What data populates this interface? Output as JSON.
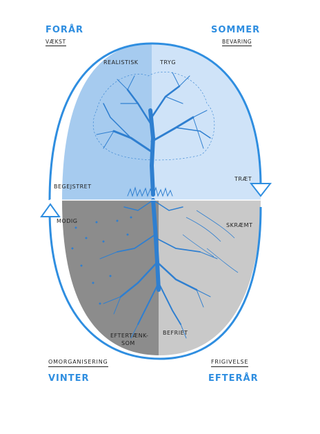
{
  "corners": {
    "spring": {
      "season": "FORÅR",
      "theme": "VÆKST"
    },
    "summer": {
      "season": "SOMMER",
      "theme": "BEVARING"
    },
    "autumn": {
      "season": "EFTERÅR",
      "theme": "FRIGIVELSE"
    },
    "winter": {
      "season": "VINTER",
      "theme": "OMORGANISERING"
    }
  },
  "quadrant_words": {
    "spring_top": "REALISTISK",
    "spring_bottom": "BEGEJSTRET",
    "summer_top": "TRYG",
    "summer_bottom": "TRÆT",
    "autumn_top": "SKRÆMT",
    "autumn_bottom": "BEFRIET",
    "winter_top": "MODIG",
    "winter_bottom_line1": "EFTERTÆNK-",
    "winter_bottom_line2": "SOM"
  },
  "colors": {
    "spring": "#a6cbef",
    "summer": "#cfe3f8",
    "winter": "#8c8c8c",
    "autumn": "#c9c9c9",
    "accent": "#2f8ee0"
  }
}
